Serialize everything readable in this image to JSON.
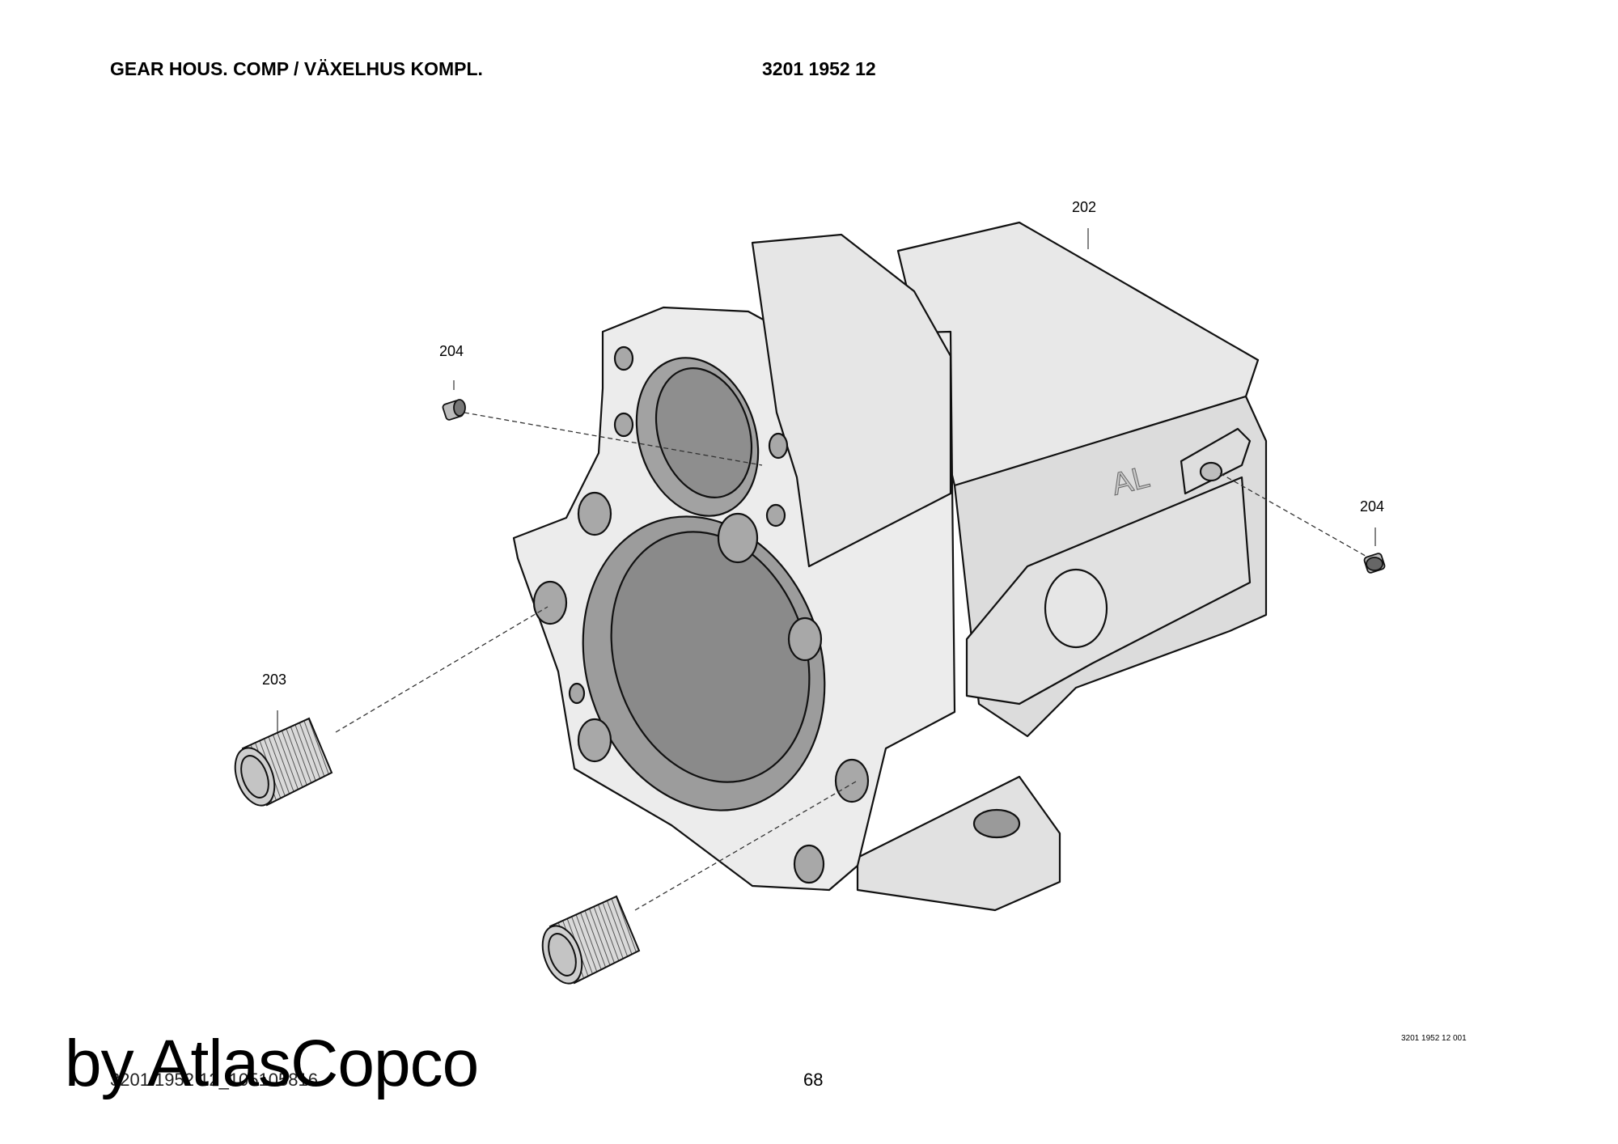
{
  "header": {
    "title": "GEAR HOUS. COMP / VÄXELHUS KOMPL.",
    "part_number": "3201 1952 12"
  },
  "callouts": [
    "202",
    "204",
    "204",
    "203"
  ],
  "drawing_ref": "3201 1952 12 001",
  "footer": {
    "code": "3201 1952 12_105105816",
    "page": "68",
    "watermark": "by AtlasCopco"
  },
  "casting_mark": "AL"
}
